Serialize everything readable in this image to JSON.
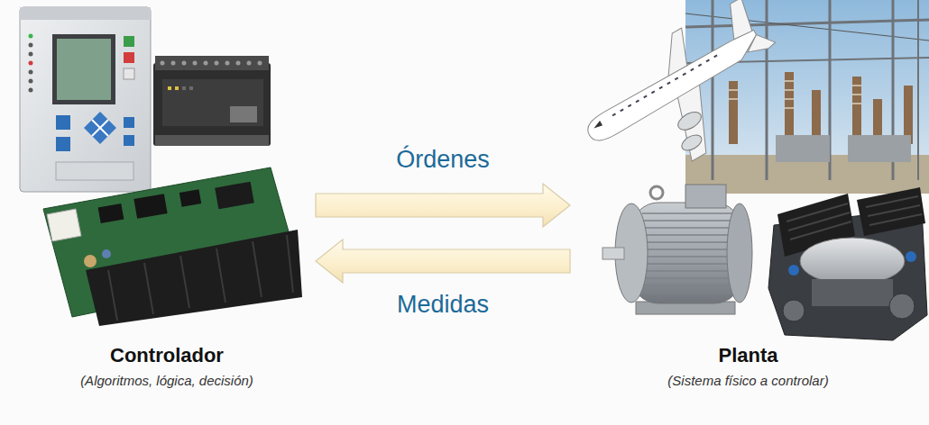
{
  "diagram": {
    "nodes": [
      {
        "text": [
          "Controlador",
          "(Algoritmos, lógica, decisión)"
        ]
      },
      {
        "text": [
          "Planta",
          "(Sistema físico a controlar)"
        ]
      }
    ],
    "edges": [
      {
        "from": 0,
        "to": 1,
        "label": "Órdenes",
        "arrow": "to"
      },
      {
        "from": 1,
        "to": 0,
        "label": "Medidas",
        "arrow": "to"
      }
    ]
  }
}
